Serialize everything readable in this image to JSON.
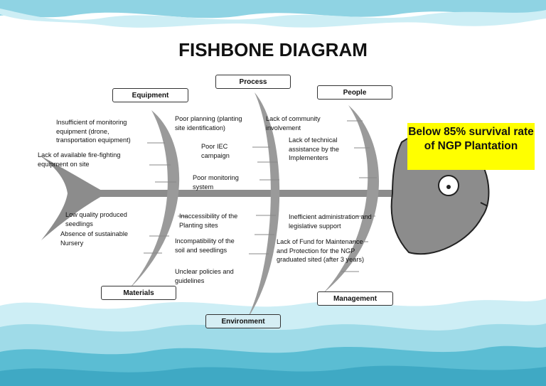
{
  "title": "FISHBONE DIAGRAM",
  "effect": "Below 85% survival rate of NGP Plantation",
  "categories": {
    "equipment": "Equipment",
    "process": "Process",
    "people": "People",
    "materials": "Materials",
    "environment": "Environment",
    "management": "Management"
  },
  "causes": {
    "equipment": [
      "Insufficient of monitoring equipment (drone, transportation equipment)",
      "Lack of available fire-fighting equipment on site"
    ],
    "process": [
      "Poor planning (planting site identification)",
      "Poor IEC campaign",
      "Poor monitoring system"
    ],
    "people": [
      "Lack of community involvement",
      "Lack of technical assistance by the Implementers"
    ],
    "materials": [
      "Low quality produced seedlings",
      "Absence of sustainable Nursery"
    ],
    "environment": [
      "Inaccessibility of the Planting sites",
      "Incompatibility of the soil and seedlings",
      "Unclear policies and guidelines"
    ],
    "management": [
      "Inefficient administration and legislative support",
      "Lack of Fund for Maintenance and Protection for the NGP graduated sited (after 3 years)"
    ]
  },
  "colors": {
    "fish_gray": "#8c8c8c",
    "bone_gray": "#9a9a9a",
    "effect_yellow": "#ffff00",
    "water_light": "#cdeef5",
    "water_mid": "#9fdbe8",
    "water_dark": "#5bbdd3"
  }
}
